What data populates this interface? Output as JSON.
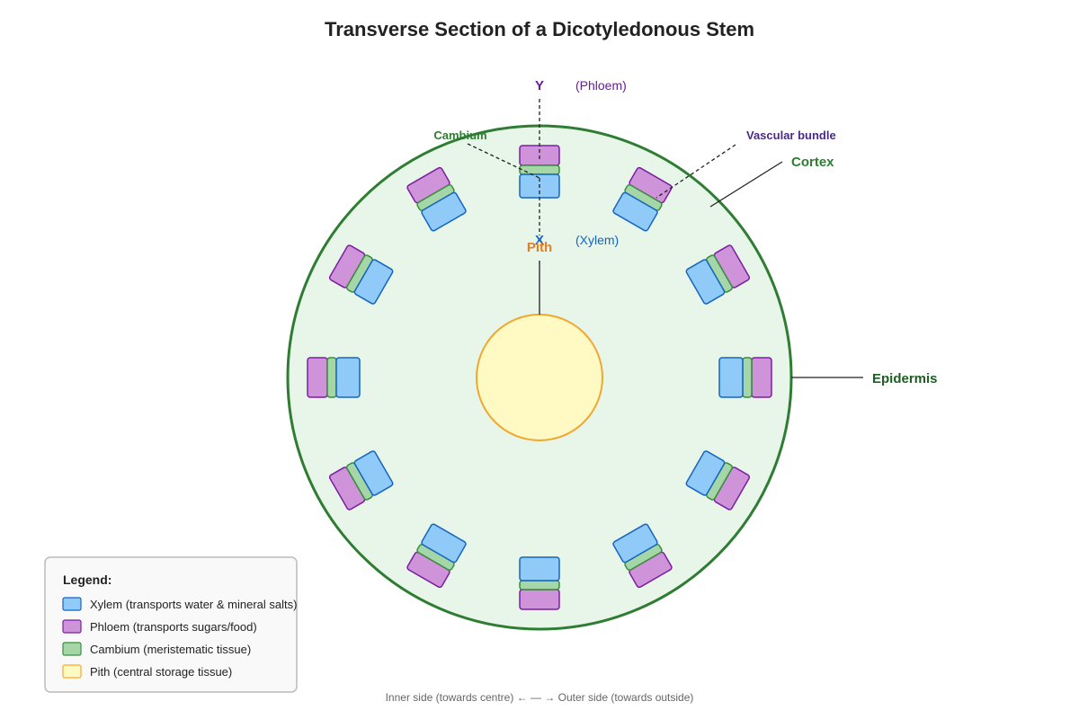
{
  "title": "Transverse Section of a Dicotyledonous Stem",
  "labels": {
    "y_marker": "Y",
    "phloem_note": "(Phloem)",
    "x_marker": "X",
    "xylem_note": "(Xylem)",
    "cambium": "Cambium",
    "vascular_bundle": "Vascular bundle",
    "cortex": "Cortex",
    "pith": "Pith",
    "epidermis": "Epidermis"
  },
  "legend": {
    "title": "Legend:",
    "items": [
      {
        "key": "xylem",
        "label": "Xylem (transports water & mineral salts)",
        "fill": "#90caf9",
        "stroke": "#1565c0"
      },
      {
        "key": "phloem",
        "label": "Phloem (transports sugars/food)",
        "fill": "#ce93d8",
        "stroke": "#7b1fa2"
      },
      {
        "key": "cambium",
        "label": "Cambium (meristematic tissue)",
        "fill": "#a5d6a7",
        "stroke": "#388e3c"
      },
      {
        "key": "pith",
        "label": "Pith (central storage tissue)",
        "fill": "#fff9c4",
        "stroke": "#f9a825"
      }
    ]
  },
  "footer": "Inner side (towards centre) ← — → Outer side (towards outside)",
  "colors": {
    "cortex_fill": "#e8f5e9",
    "epidermis_stroke": "#2e7d32",
    "pith_fill": "#fff9c4",
    "pith_stroke": "#f0a830",
    "xylem_fill": "#90caf9",
    "xylem_stroke": "#1565c0",
    "phloem_fill": "#ce93d8",
    "phloem_stroke": "#7b1fa2",
    "cambium_fill": "#a5d6a7",
    "cambium_stroke": "#388e3c"
  },
  "vascular_bundles": {
    "count": 12
  }
}
